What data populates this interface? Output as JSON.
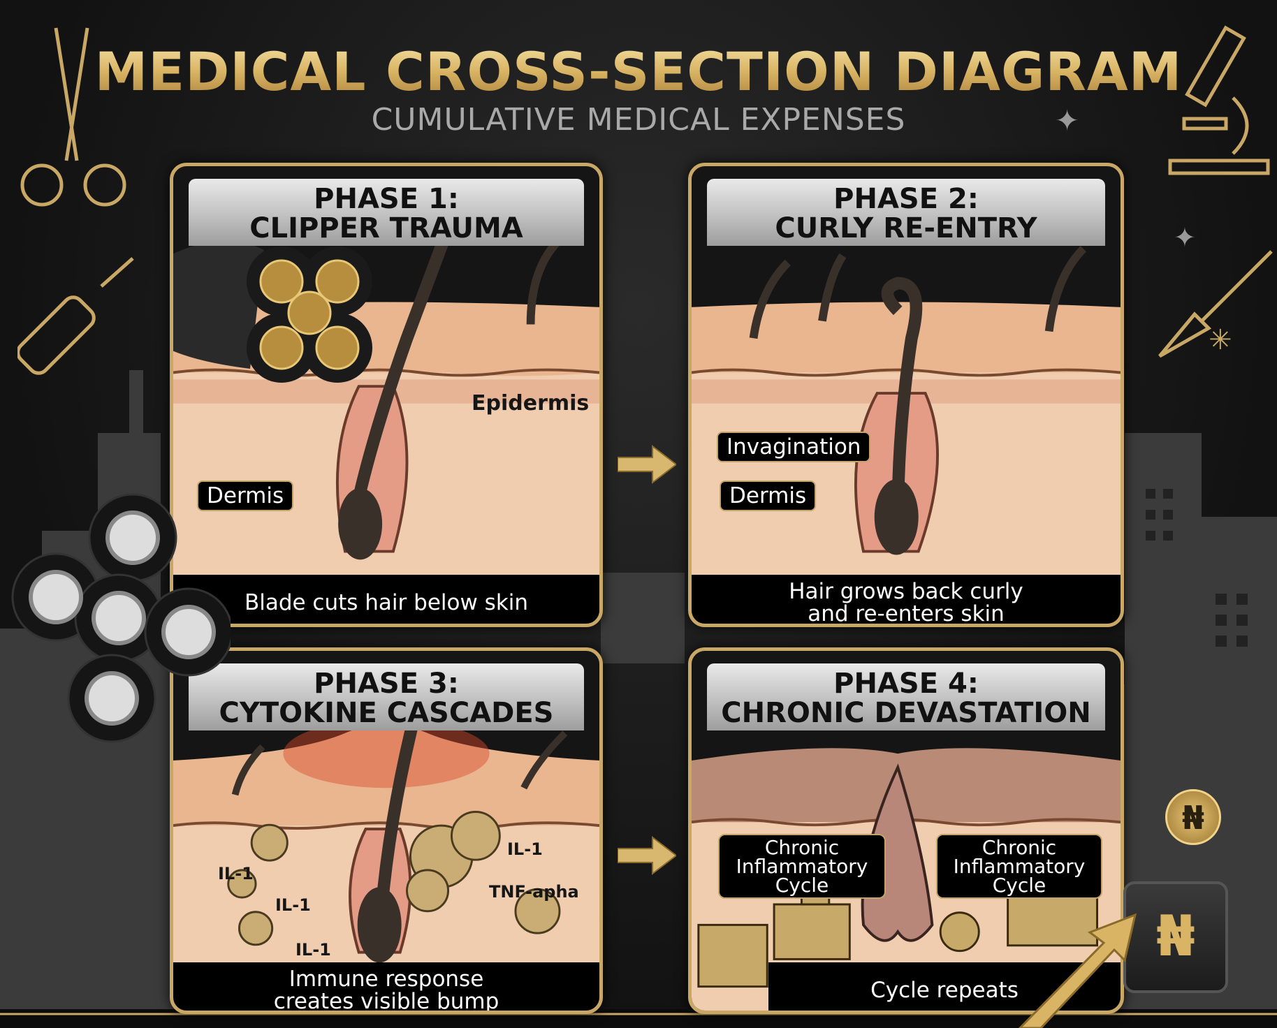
{
  "header": {
    "title": "MEDICAL CROSS-SECTION DIAGRAM",
    "subtitle": "CUMULATIVE MEDICAL EXPENSES"
  },
  "colors": {
    "gold": "#c9a866",
    "epidermis": "#e7b896",
    "dermis": "#f1cdb0",
    "hair": "#3a302a",
    "inflammation": "#d9492a"
  },
  "phases": [
    {
      "title_line1": "PHASE 1:",
      "title_line2": "CLIPPER TRAUMA",
      "caption_line1": "Blade cuts hair below skin",
      "caption_line2": "",
      "labels": {
        "epidermis": "Epidermis",
        "dermis": "Dermis"
      }
    },
    {
      "title_line1": "PHASE 2:",
      "title_line2": "CURLY RE-ENTRY",
      "caption_line1": "Hair grows back curly",
      "caption_line2": "and re-enters skin",
      "labels": {
        "invagination": "Invagination",
        "dermis": "Dermis"
      }
    },
    {
      "title_line1": "PHASE 3:",
      "title_line2": "CYTOKINE CASCADES",
      "caption_line1": "Immune response",
      "caption_line2": "creates visible bump",
      "labels": {
        "il1_a": "IL-1",
        "il1_b": "IL-1",
        "il1_c": "IL-1",
        "il1_d": "IL-1",
        "tnf": "TNF-apha"
      }
    },
    {
      "title_line1": "PHASE 4:",
      "title_line2": "CHRONIC DEVASTATION",
      "caption_line1": "Cycle repeats",
      "caption_line2": "",
      "labels": {
        "box_left": [
          "Chronic",
          "Inflammatory",
          "Cycle"
        ],
        "box_right": [
          "Chronic",
          "Inflammatory",
          "Cycle"
        ]
      }
    }
  ],
  "decor": {
    "currency_symbol": "₦",
    "icons": [
      "scissors-icon",
      "syringe-icon",
      "microscope-icon",
      "scalpel-icon",
      "shaver-head-icon",
      "coins-icon",
      "safe-icon",
      "growth-arrow-icon",
      "lab-equipment-icon"
    ]
  }
}
